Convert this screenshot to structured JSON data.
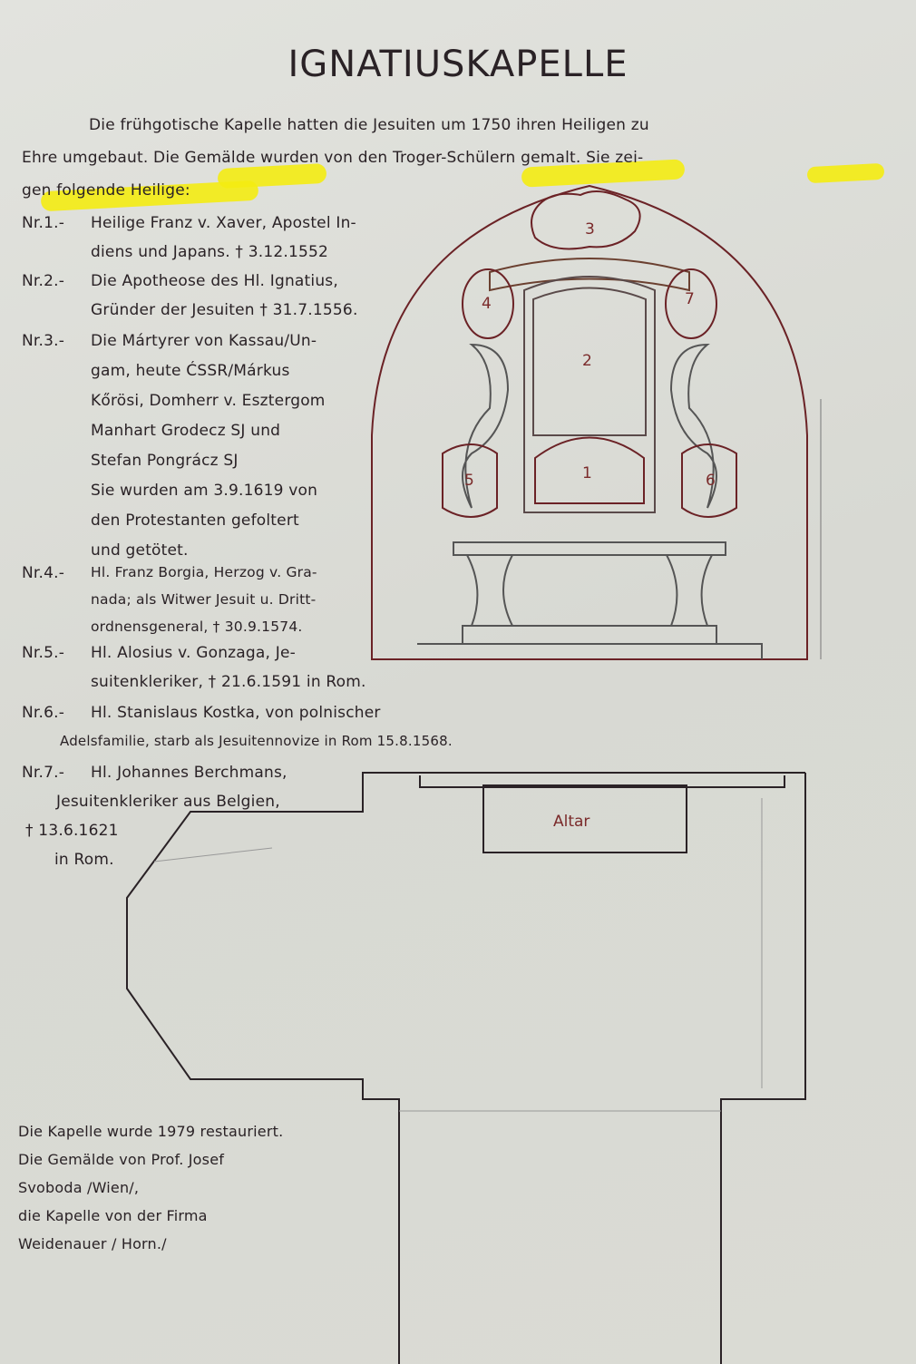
{
  "title": "IGNATIUSKAPELLE",
  "intro": [
    "Die frühgotische Kapelle hatten die Jesuiten um 1750 ihren Heiligen zu",
    "Ehre umgebaut. Die Gemälde wurden von den Troger-Schülern gemalt. Sie zei-",
    "gen folgende Heilige:"
  ],
  "items": [
    {
      "nr": "Nr.1.-",
      "lines": [
        "Heilige Franz v. Xaver, Apostel In-",
        "diens und Japans. † 3.12.1552"
      ]
    },
    {
      "nr": "Nr.2.-",
      "lines": [
        "Die Apotheose des Hl. Ignatius,",
        "Gründer der Jesuiten † 31.7.1556."
      ]
    },
    {
      "nr": "Nr.3.-",
      "lines": [
        "Die Mártyrer von Kassau/Un-",
        "gam, heute ĆSSR/Márkus",
        "Kőrösi, Domherr v. Esztergom",
        "Manhart Grodecz SJ und",
        "Stefan Pongrácz SJ",
        "Sie wurden am 3.9.1619 von",
        "den Protestanten gefoltert",
        "und getötet."
      ]
    },
    {
      "nr": "Nr.4.-",
      "lines": [
        "Hl. Franz Borgia, Herzog v. Gra-",
        "nada; als Witwer Jesuit u. Dritt-",
        "ordnensgeneral, † 30.9.1574."
      ]
    },
    {
      "nr": "Nr.5.-",
      "lines": [
        "Hl. Alosius v. Gonzaga, Je-",
        "suitenkleriker, † 21.6.1591 in Rom."
      ]
    },
    {
      "nr": "Nr.6.-",
      "lines": [
        "Hl. Stanislaus Kostka, von polnischer",
        "Adelsfamilie, starb als Jesuitennovize in Rom 15.8.1568."
      ]
    },
    {
      "nr": "Nr.7.-",
      "lines": [
        "Hl. Johannes Berchmans,",
        "Jesuitenkleriker aus Belgien,",
        "† 13.6.1621",
        "in Rom."
      ]
    }
  ],
  "drawing_labels": [
    "1",
    "2",
    "3",
    "4",
    "5",
    "6",
    "7"
  ],
  "altar_label": "Altar",
  "footer": [
    "Die Kapelle wurde 1979 restauriert.",
    "Die Gemälde von Prof. Josef",
    "Svoboda /Wien/,",
    "die Kapelle von der Firma",
    "Weidenauer / Horn./"
  ],
  "highlight_color": "#f4ec12",
  "ink_color": "#7a2a2a"
}
